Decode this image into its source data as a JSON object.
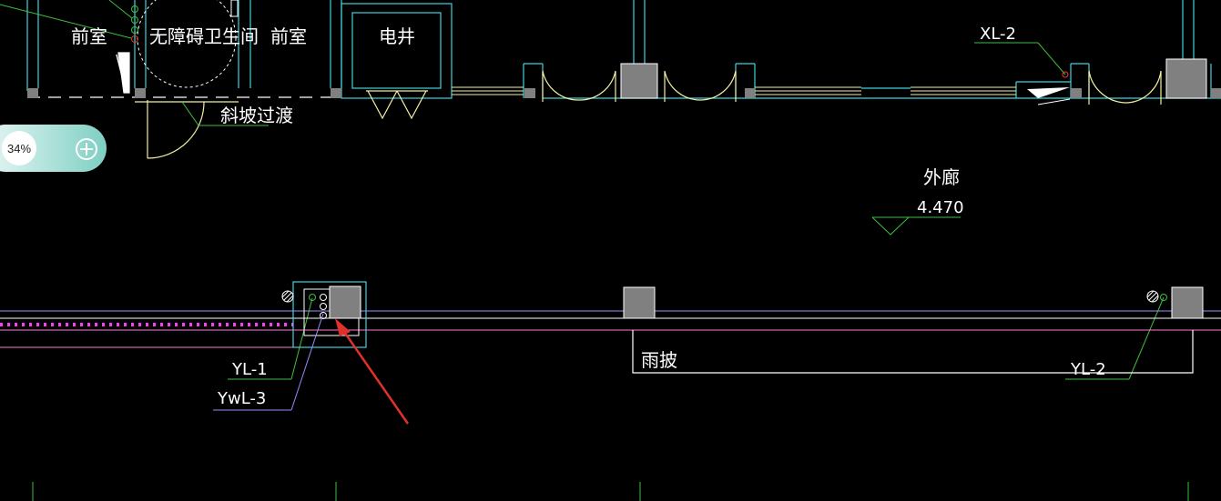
{
  "zoom": {
    "percent_label": "34%"
  },
  "rooms": {
    "anteroom_left": "前室",
    "accessible_restroom": "无障碍卫生间",
    "anteroom_right": "前室",
    "electrical_shaft": "电井"
  },
  "ramp_label": "斜坡过渡",
  "corridor": {
    "label": "外廊",
    "elevation": "4.470"
  },
  "pipe_tags": {
    "xl2": "XL-2",
    "yl1": "YL-1",
    "ywl3": "YwL-3",
    "yl2": "YL-2"
  },
  "canopy_label": "雨披",
  "colors": {
    "background": "#000000",
    "wall": "#3fd3e0",
    "door": "#f4f0a0",
    "leader": "#3cc13c",
    "column": "#808080",
    "arrow": "#e0312a",
    "magenta": "#ff3aff",
    "violet": "#9a8cff"
  }
}
